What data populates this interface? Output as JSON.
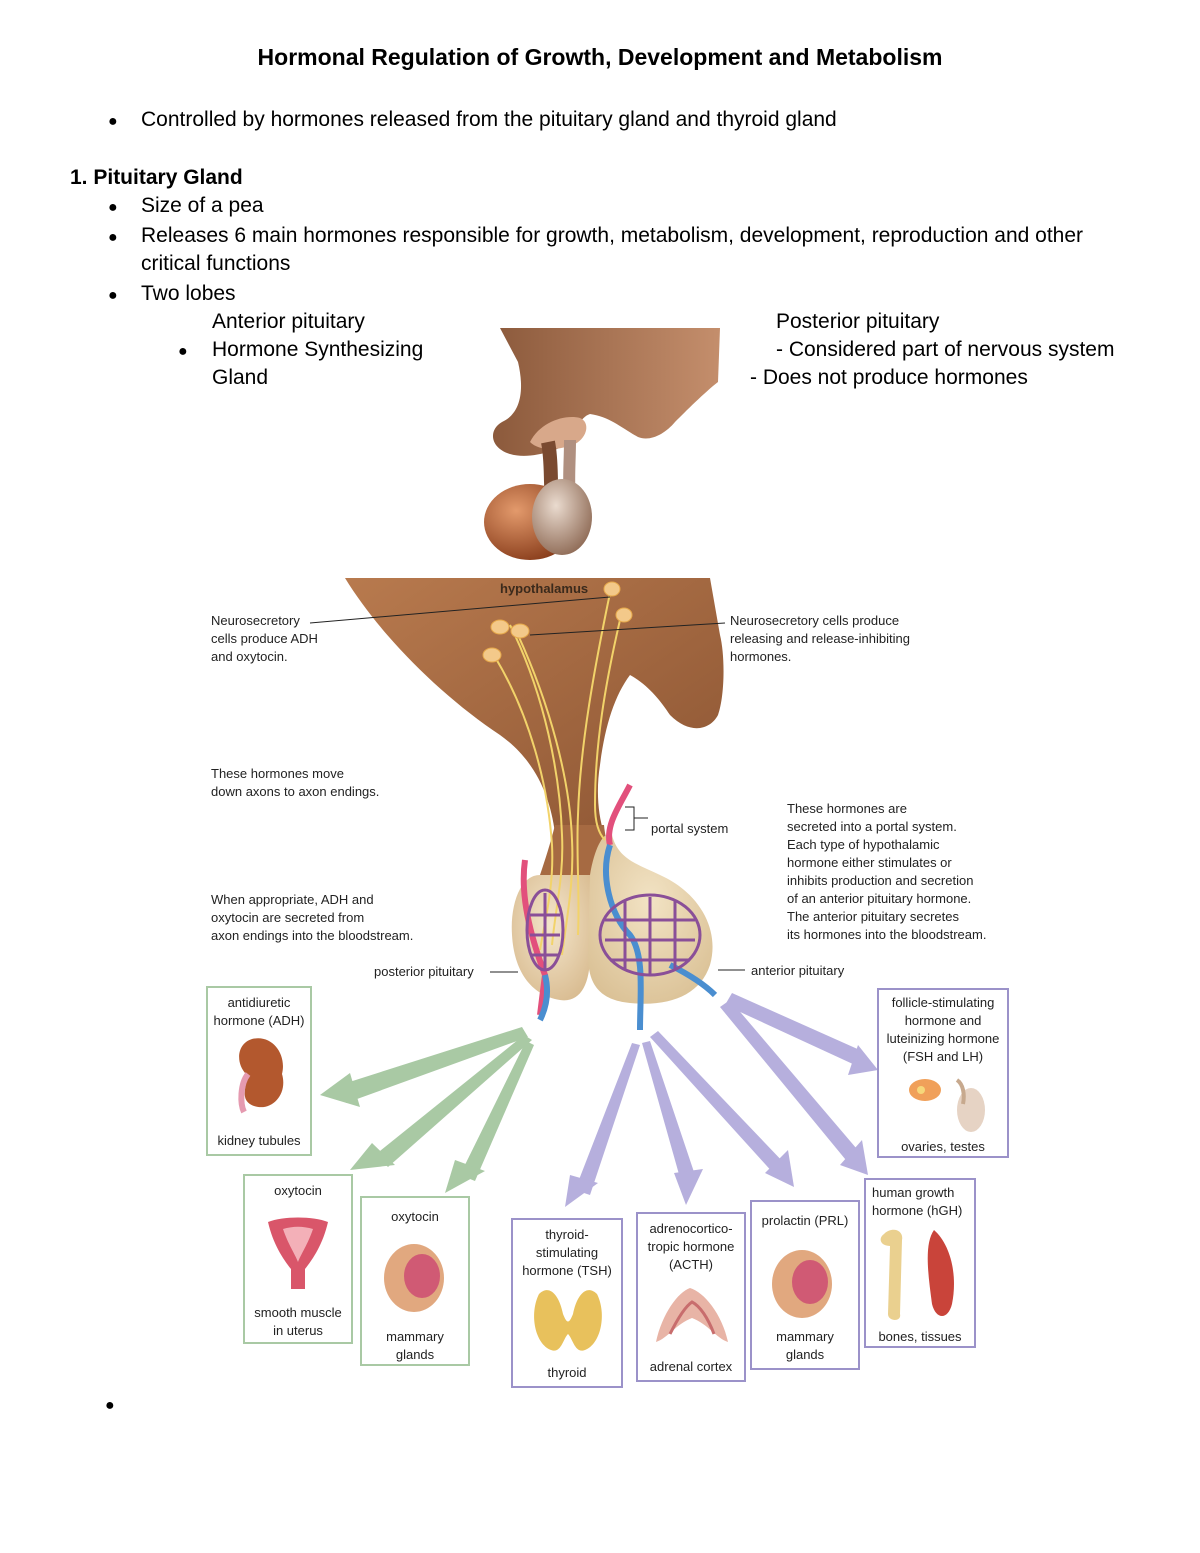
{
  "doc": {
    "title": "Hormonal Regulation of Growth, Development and Metabolism",
    "intro_bullet": "Controlled by hormones released from the pituitary gland and thyroid gland",
    "section1": {
      "heading": "1.  Pituitary Gland",
      "bullets": [
        "Size of a pea",
        "Releases 6 main hormones responsible for growth, metabolism, development, reproduction and other",
        "critical functions",
        "Two lobes"
      ],
      "anterior": {
        "label": "Anterior pituitary",
        "line1": "Hormone Synthesizing",
        "line2": "Gland"
      },
      "posterior": {
        "label": "Posterior pituitary",
        "line1": "- Considered part of nervous system",
        "line2": "- Does not produce hormones"
      }
    }
  },
  "figure": {
    "hypothalamus": "hypothalamus",
    "neuro_left": [
      "Neurosecretory",
      "cells produce ADH",
      "and oxytocin."
    ],
    "neuro_right": [
      "Neurosecretory cells produce",
      "releasing and release-inhibiting",
      "hormones."
    ],
    "move_down": [
      "These hormones move",
      "down axons to axon endings."
    ],
    "portal": "portal system",
    "portal_desc": [
      "These hormones are",
      "secreted into a portal system.",
      "Each type of hypothalamic",
      "hormone either stimulates or",
      "inhibits production and secretion",
      "of an anterior pituitary hormone.",
      "The anterior pituitary secretes",
      "its hormones into the bloodstream."
    ],
    "adh_secreted": [
      "When appropriate, ADH and",
      "oxytocin are secreted from",
      "axon endings into the bloodstream."
    ],
    "posterior_label": "posterior pituitary",
    "anterior_label": "anterior pituitary",
    "targets": {
      "adh": {
        "hormone": [
          "antidiuretic",
          "hormone (ADH)"
        ],
        "target": "kidney tubules"
      },
      "oxy1": {
        "hormone": [
          "oxytocin"
        ],
        "target": [
          "smooth muscle",
          "in uterus"
        ]
      },
      "oxy2": {
        "hormone": [
          "oxytocin"
        ],
        "target": [
          "mammary",
          "glands"
        ]
      },
      "tsh": {
        "hormone": [
          "thyroid-",
          "stimulating",
          "hormone (TSH)"
        ],
        "target": "thyroid"
      },
      "acth": {
        "hormone": [
          "adrenocortico-",
          "tropic hormone",
          "(ACTH)"
        ],
        "target": "adrenal cortex"
      },
      "prl": {
        "hormone": [
          "prolactin (PRL)"
        ],
        "target": [
          "mammary",
          "glands"
        ]
      },
      "hgh": {
        "hormone": [
          "human growth",
          "hormone (hGH)"
        ],
        "target": "bones, tissues"
      },
      "fsh": {
        "hormone": [
          "follicle-stimulating",
          "hormone and",
          "luteinizing hormone",
          "(FSH and LH)"
        ],
        "target": "ovaries, testes"
      }
    }
  },
  "colors": {
    "green_arrow": "#a9c9a4",
    "purple_arrow": "#9b92c9",
    "tissue": "#a06a45",
    "vessel_pink": "#e2507c",
    "vessel_blue": "#4a8ed0"
  }
}
